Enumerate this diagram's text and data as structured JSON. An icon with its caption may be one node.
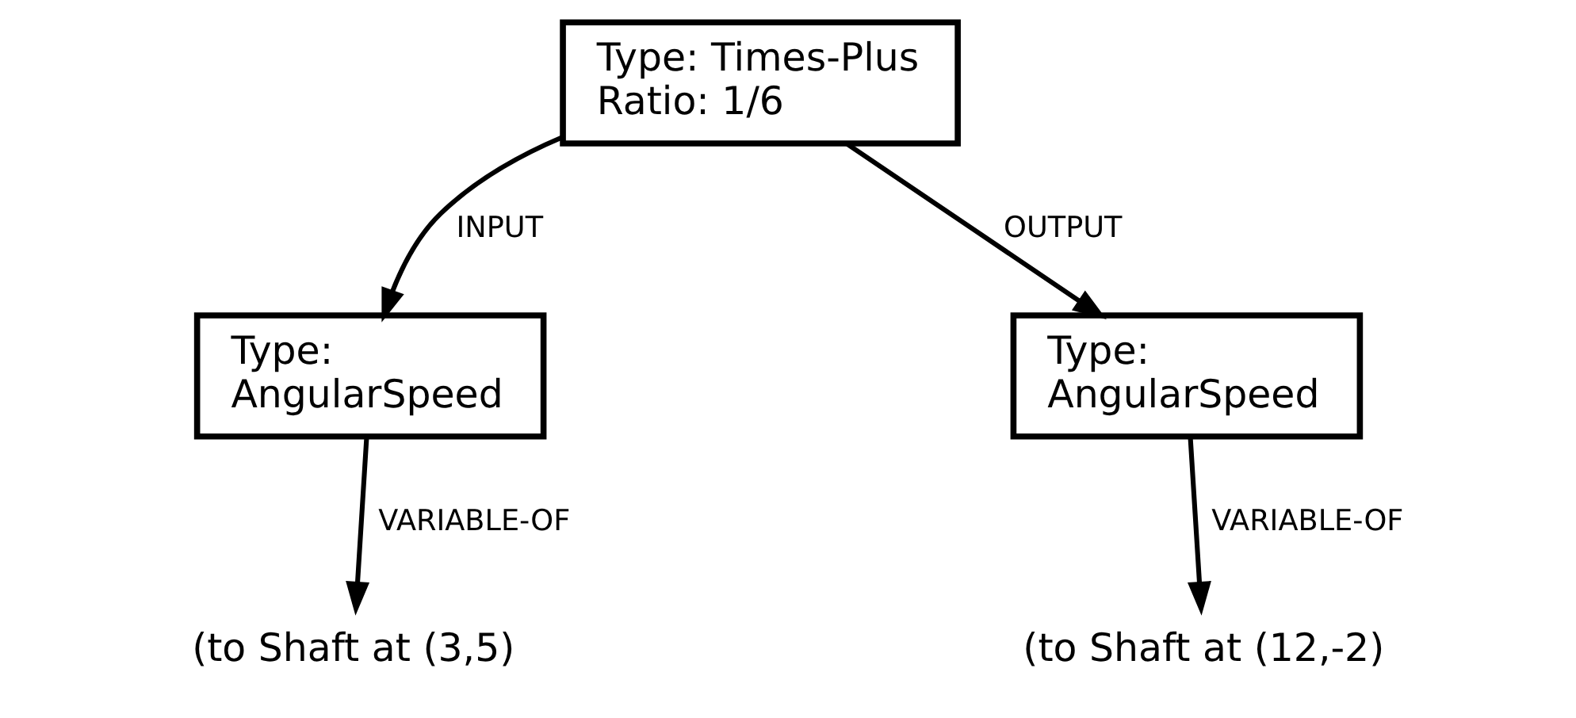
{
  "diagram": {
    "nodes": [
      {
        "text": [
          "Type: Times-Plus",
          "Ratio: 1/6"
        ]
      },
      {
        "text": [
          "Type:",
          "AngularSpeed"
        ]
      },
      {
        "text": [
          "Type:",
          "AngularSpeed"
        ]
      },
      {
        "text": [
          "(to Shaft at (3,5)"
        ]
      },
      {
        "text": [
          "(to Shaft at (12,-2)"
        ]
      }
    ],
    "edges": [
      {
        "from": 0,
        "to": 1,
        "arrow": "to",
        "label": "INPUT"
      },
      {
        "from": 0,
        "to": 2,
        "arrow": "to",
        "label": "OUTPUT"
      },
      {
        "from": 1,
        "to": 3,
        "arrow": "to",
        "label": "VARIABLE-OF"
      },
      {
        "from": 2,
        "to": 4,
        "arrow": "to",
        "label": "VARIABLE-OF"
      }
    ]
  }
}
